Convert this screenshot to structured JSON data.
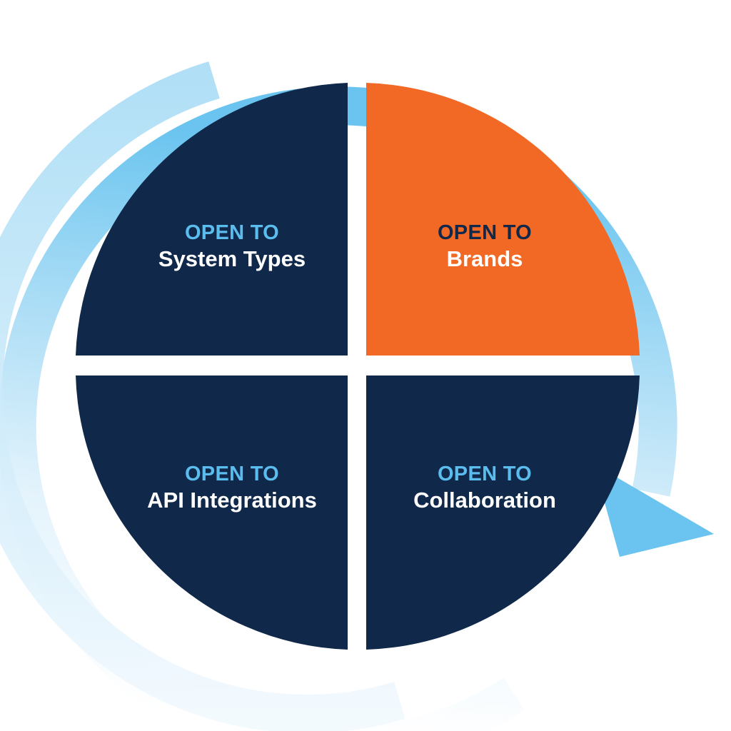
{
  "diagram": {
    "type": "cycle",
    "direction": "clockwise",
    "colors": {
      "dark_quadrant": "#10284a",
      "accent_quadrant": "#f26825",
      "kicker_light": "#5bbcee",
      "kicker_dark": "#10284a",
      "title": "#ffffff",
      "ring_start": "#ffffff",
      "ring_end": "#6ac4ef"
    },
    "quadrants": [
      {
        "position": "top-left",
        "kicker": "OPEN TO",
        "title": "System Types",
        "style": "dark"
      },
      {
        "position": "top-right",
        "kicker": "OPEN TO",
        "title": "Brands",
        "style": "accent"
      },
      {
        "position": "bottom-left",
        "kicker": "OPEN TO",
        "title": "API Integrations",
        "style": "dark"
      },
      {
        "position": "bottom-right",
        "kicker": "OPEN TO",
        "title": "Collaboration",
        "style": "dark"
      }
    ]
  }
}
